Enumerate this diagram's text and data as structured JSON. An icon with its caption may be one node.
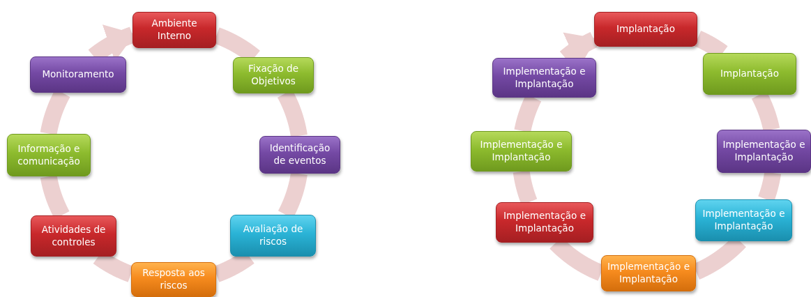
{
  "diagram": {
    "nodes": [
      {
        "text": [
          "Ambiente Interno"
        ]
      },
      {
        "text": [
          "Fixação de Objetivos"
        ]
      },
      {
        "text": [
          "Identificação de eventos"
        ]
      },
      {
        "text": [
          "Avaliação de riscos"
        ]
      },
      {
        "text": [
          "Resposta aos riscos"
        ]
      },
      {
        "text": [
          "Atividades de controles"
        ]
      },
      {
        "text": [
          "Informação e comunicação"
        ]
      },
      {
        "text": [
          "Monitoramento"
        ]
      },
      {
        "text": [
          "Implantação"
        ]
      },
      {
        "text": [
          "Implantação"
        ]
      },
      {
        "text": [
          "Implementação e Implantação"
        ]
      },
      {
        "text": [
          "Implementação e Implantação"
        ]
      },
      {
        "text": [
          "Implementação e Implantação"
        ]
      },
      {
        "text": [
          "Implementação e Implantação"
        ]
      },
      {
        "text": [
          "Implementação e Implantação"
        ]
      },
      {
        "text": [
          "Implementação e Implantação"
        ]
      }
    ],
    "edges": [
      {
        "from": 0,
        "to": 1,
        "arrow": "none"
      },
      {
        "from": 1,
        "to": 2,
        "arrow": "none"
      },
      {
        "from": 2,
        "to": 3,
        "arrow": "none"
      },
      {
        "from": 3,
        "to": 4,
        "arrow": "none"
      },
      {
        "from": 4,
        "to": 5,
        "arrow": "none"
      },
      {
        "from": 5,
        "to": 6,
        "arrow": "none"
      },
      {
        "from": 6,
        "to": 7,
        "arrow": "none"
      },
      {
        "from": 7,
        "to": 0,
        "arrow": "to"
      },
      {
        "from": 8,
        "to": 9,
        "arrow": "none"
      },
      {
        "from": 9,
        "to": 10,
        "arrow": "none"
      },
      {
        "from": 10,
        "to": 11,
        "arrow": "none"
      },
      {
        "from": 11,
        "to": 12,
        "arrow": "none"
      },
      {
        "from": 12,
        "to": 13,
        "arrow": "none"
      },
      {
        "from": 13,
        "to": 14,
        "arrow": "none"
      },
      {
        "from": 14,
        "to": 15,
        "arrow": "none"
      },
      {
        "from": 15,
        "to": 8,
        "arrow": "to"
      }
    ]
  }
}
